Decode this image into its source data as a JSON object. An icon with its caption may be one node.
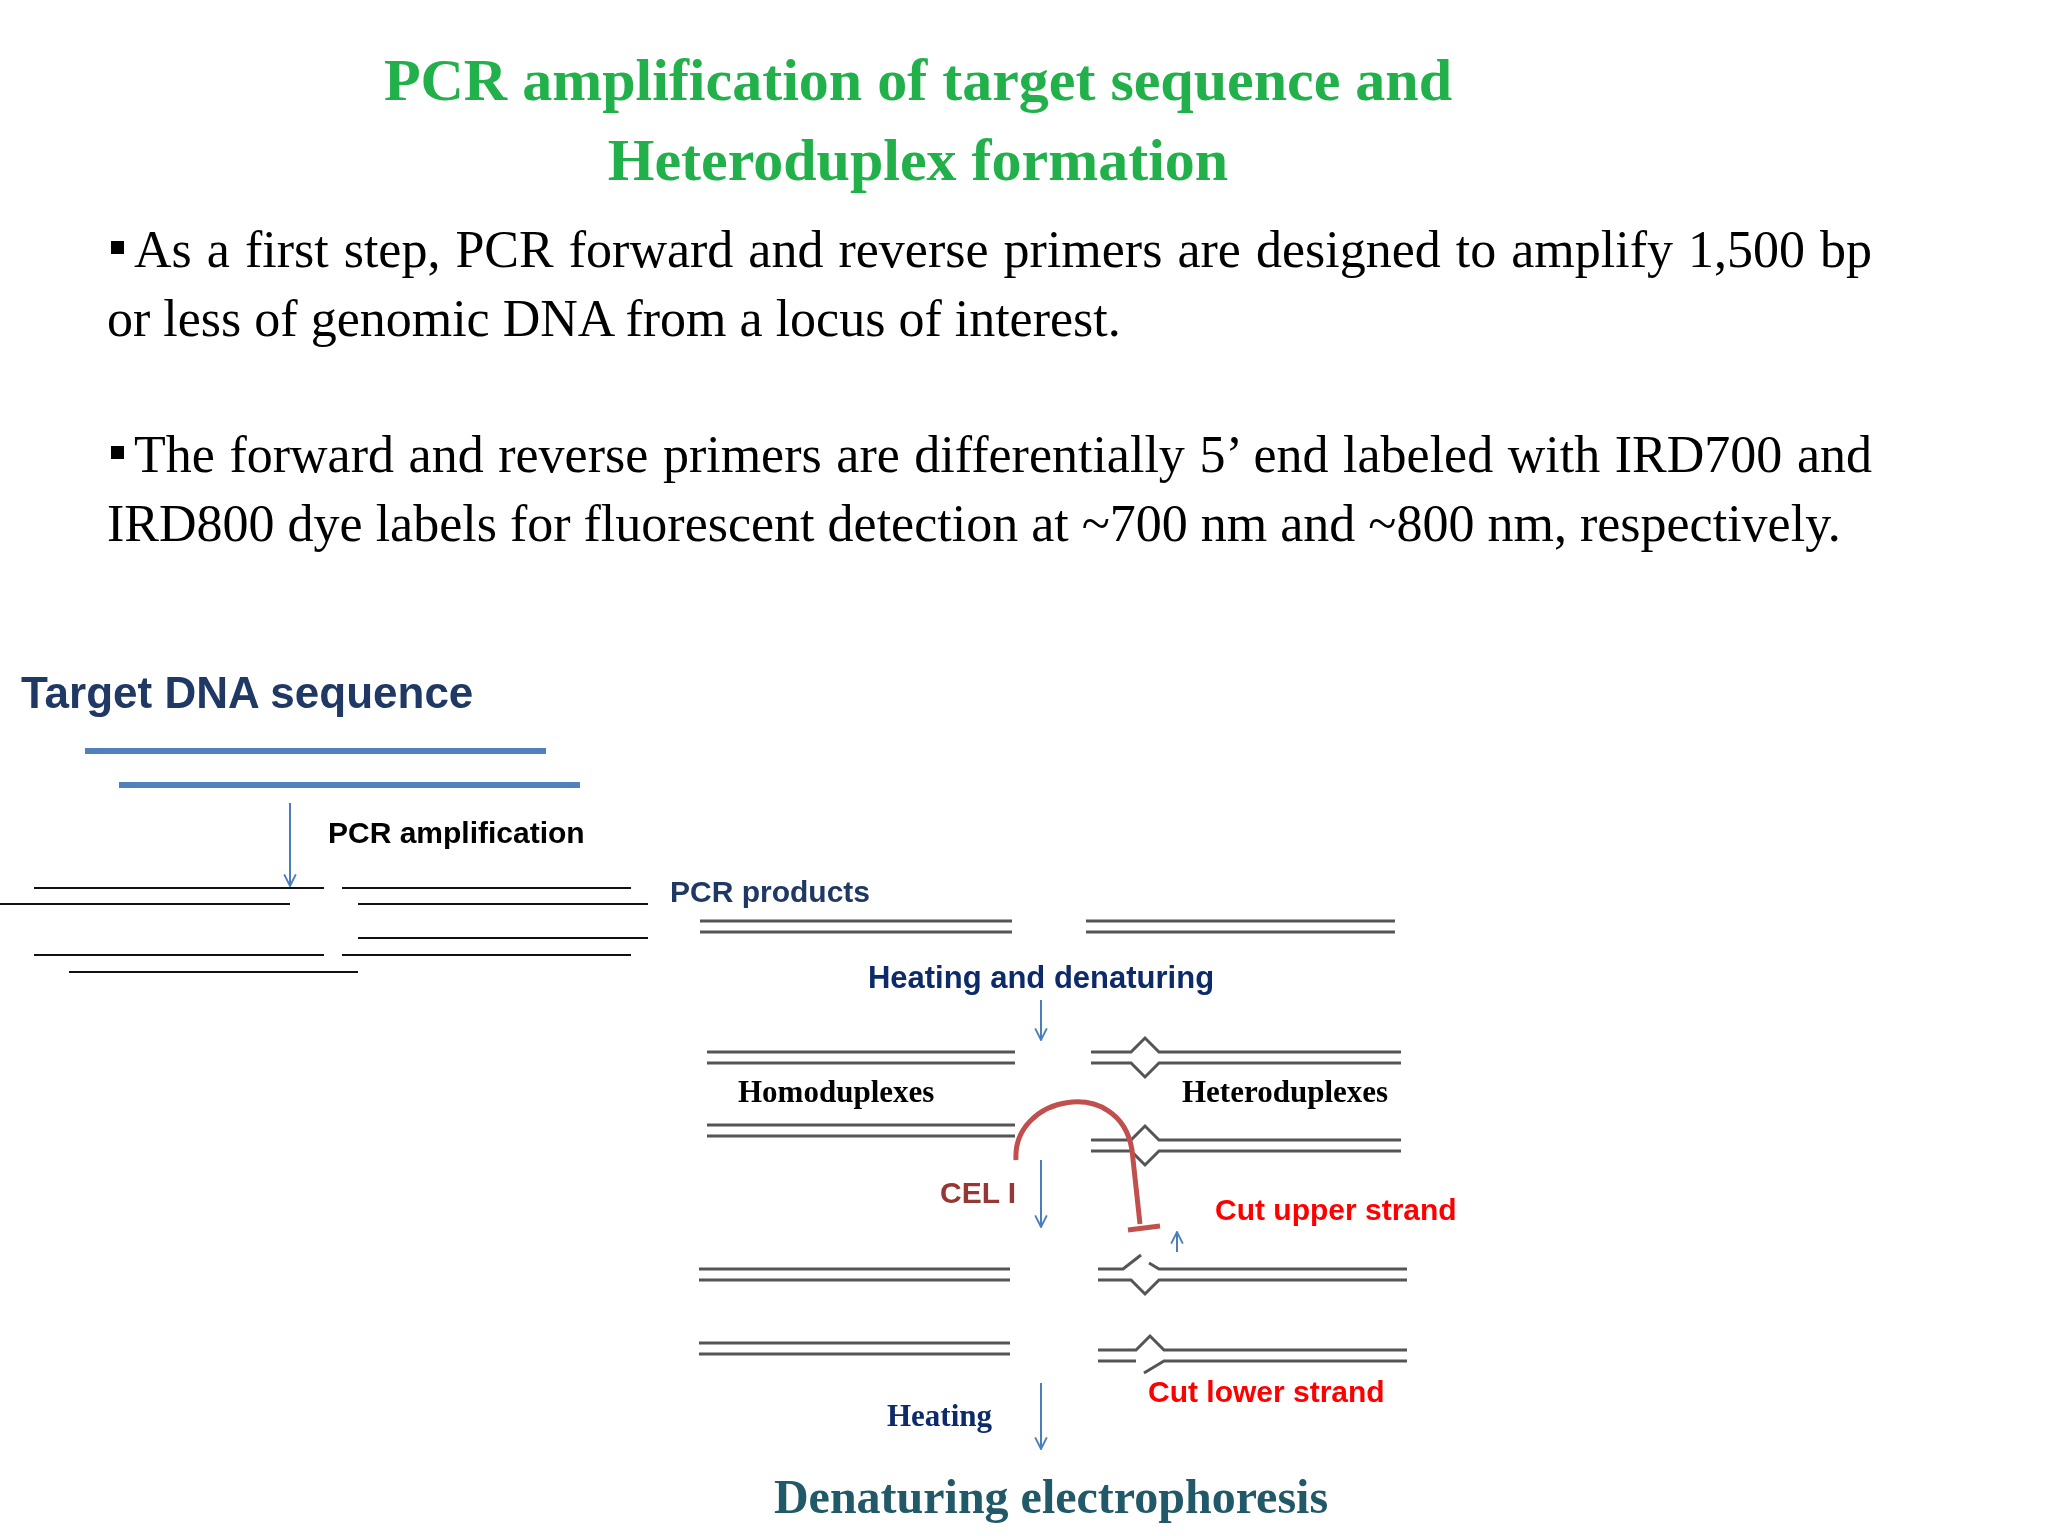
{
  "diagram": {
    "title": "PCR amplification of target sequence and Heteroduplex formation",
    "labels": [
      "As a first step, PCR forward and reverse primers are designed to amplify 1,500 bp or less of genomic DNA from a locus of interest.",
      "The forward and reverse primers are differentially 5’ end labeled with IRD700 and IRD800 dye labels for fluorescent detection at ~700 nm and ~800 nm, respectively.",
      "Target DNA sequence",
      "PCR amplification",
      "PCR products",
      "Heating and denaturing",
      "Homoduplexes",
      "Heteroduplexes",
      "CEL I",
      "Cut upper strand",
      "Cut lower strand",
      "Heating",
      "Denaturing electrophoresis"
    ]
  }
}
